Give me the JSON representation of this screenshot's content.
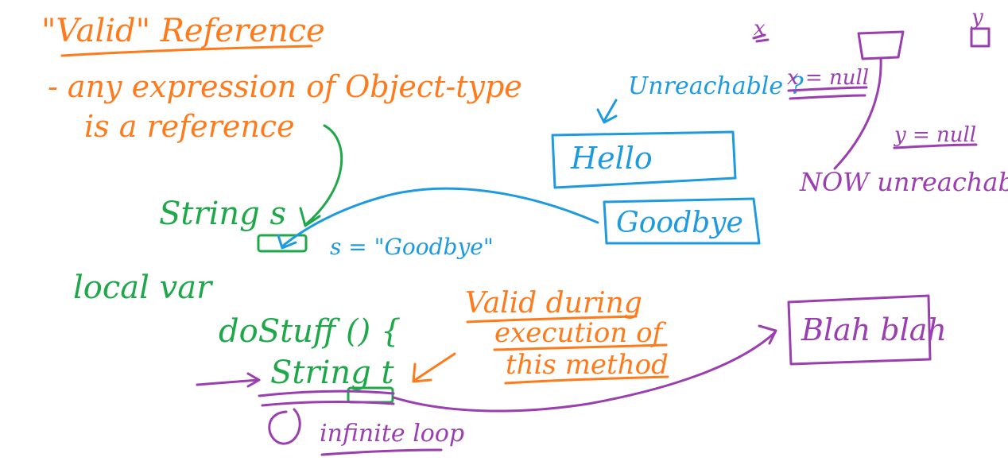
{
  "colors": {
    "orange": "#ff7a1a",
    "green": "#1ea84a",
    "blue": "#1e9be0",
    "purple": "#9b3fb0",
    "background": "#ffffff"
  },
  "heading": {
    "title": "\"Valid\" Reference",
    "line1": "- any expression of Object-type",
    "line2": "is a reference"
  },
  "left": {
    "string_s": "String s",
    "assign_goodbye": "s = \"Goodbye\"",
    "local_var": "local var",
    "method": "doStuff () {",
    "string_t": "String t",
    "infinite_loop": "infinite loop"
  },
  "valid_during": {
    "line1": "Valid during",
    "line2": "execution of",
    "line3": "this method"
  },
  "objects": {
    "hello": "Hello",
    "goodbye": "Goodbye",
    "blah": "Blah blah"
  },
  "right": {
    "unreachable_question": "Unreachable ?",
    "x_null": "x = null",
    "y_null": "y = null",
    "now_unreachable": "NOW unreachable",
    "x_label": "x",
    "y_label": "y"
  }
}
